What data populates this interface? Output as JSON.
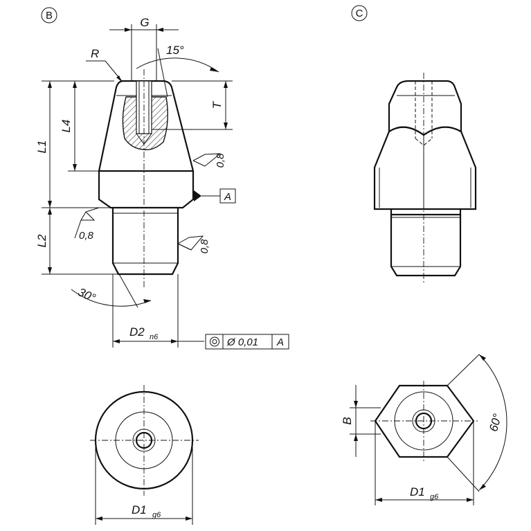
{
  "views": {
    "b": {
      "label": "B"
    },
    "c": {
      "label": "C"
    }
  },
  "dims": {
    "G": "G",
    "R": "R",
    "angle_15": "15°",
    "L1": "L1",
    "L4": "L4",
    "T": "T",
    "L2": "L2",
    "angle_30": "30°",
    "D2": "D2",
    "D2_tol": "n6",
    "D1_b": "D1",
    "D1_b_tol": "g6",
    "D1_c": "D1",
    "D1_c_tol": "g6",
    "B": "B",
    "angle_60": "60°"
  },
  "surface": {
    "s1": "0,8",
    "s2": "0,8",
    "s3": "0,8"
  },
  "datum": {
    "label": "A"
  },
  "tolerance_frame": {
    "value": "Ø 0,01",
    "datum": "A"
  },
  "colors": {
    "ink": "#111111",
    "background": "#ffffff"
  }
}
